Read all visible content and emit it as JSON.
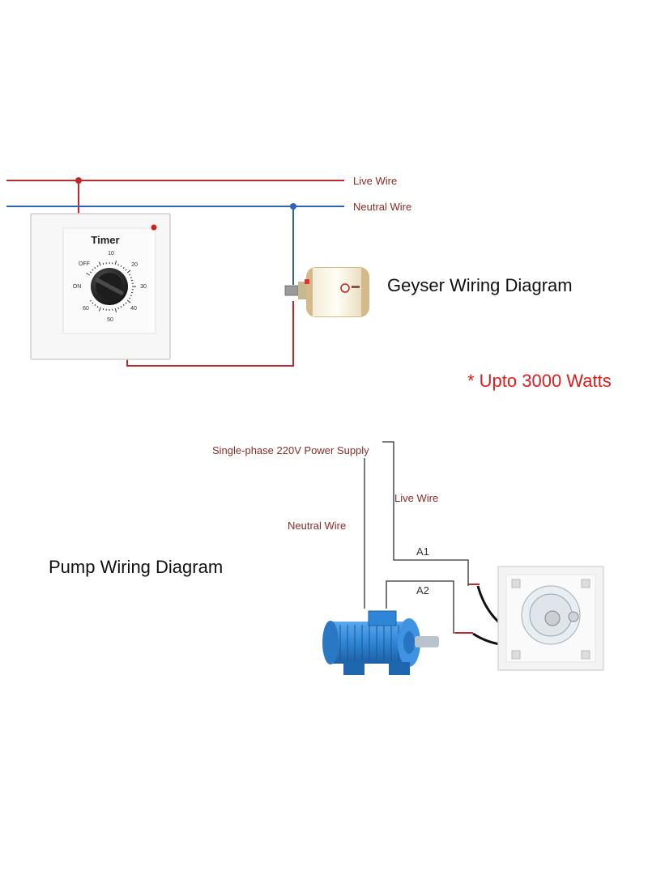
{
  "geyser": {
    "live_wire_label": "Live Wire",
    "neutral_wire_label": "Neutral Wire",
    "title": "Geyser Wiring Diagram",
    "timer": {
      "label": "Timer",
      "dial": [
        "OFF",
        "10",
        "20",
        "30",
        "40",
        "50",
        "60",
        "ON"
      ]
    }
  },
  "note": "* Upto 3000 Watts",
  "pump": {
    "title": "Pump Wiring Diagram",
    "supply_label": "Single-phase 220V Power Supply",
    "live_wire_label": "Live Wire",
    "neutral_wire_label": "Neutral Wire",
    "terminal_a1": "A1",
    "terminal_a2": "A2"
  },
  "colors": {
    "live": "#c0282d",
    "neutral": "#2f64b5",
    "label_text": "#8a2b26",
    "note": "#e01b1b",
    "motor": "#2f86d6"
  }
}
